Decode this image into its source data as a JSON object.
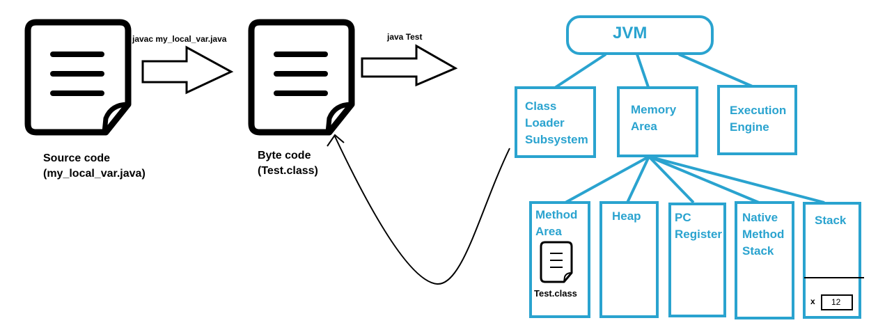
{
  "colors": {
    "accent": "#2aa3cf",
    "ink": "#000000",
    "background": "#ffffff"
  },
  "icons": [
    "document-icon",
    "right-arrow-icon",
    "curved-arrow-icon"
  ],
  "files": {
    "source_label": "Source code\n(my_local_var.java)",
    "bytecode_label": "Byte code\n(Test.class)"
  },
  "steps": {
    "compile_command": "javac my_local_var.java",
    "run_command": "java Test"
  },
  "jvm": {
    "title": "JVM",
    "components": {
      "class_loader": "Class\nLoader\nSubsystem",
      "memory_area": "Memory\nArea",
      "execution_engine": "Execution\nEngine"
    },
    "memory_areas": {
      "method_area": "Method\nArea",
      "method_area_file": "Test.class",
      "heap": "Heap",
      "pc_register": "PC\nRegister",
      "native_method_stack": "Native\nMethod\nStack",
      "stack": "Stack",
      "stack_variable_name": "x",
      "stack_variable_value": "12"
    }
  }
}
